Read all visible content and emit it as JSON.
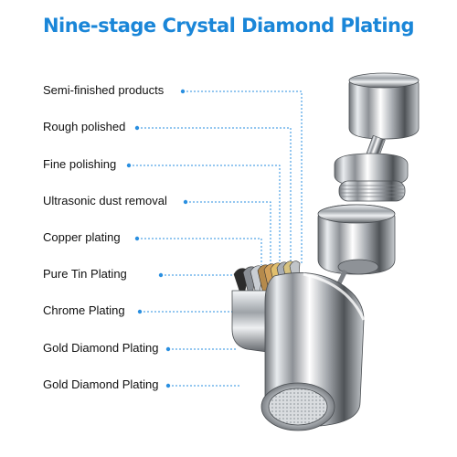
{
  "title": "Nine-stage Crystal Diamond Plating",
  "accent_color": "#1a86d8",
  "labels": [
    "Semi-finished products",
    "Rough polished",
    "Fine polishing",
    "Ultrasonic dust removal",
    "Copper plating",
    "Pure Tin Plating",
    "Chrome Plating",
    "Gold Diamond Plating",
    "Gold Diamond Plating"
  ],
  "layer_colors": [
    "#2b2b2b",
    "#8a8f95",
    "#c9ced3",
    "#b58a4c",
    "#d1a05a",
    "#e0be6c",
    "#a8adb3",
    "#d7c27f",
    "#c0c4c8"
  ]
}
